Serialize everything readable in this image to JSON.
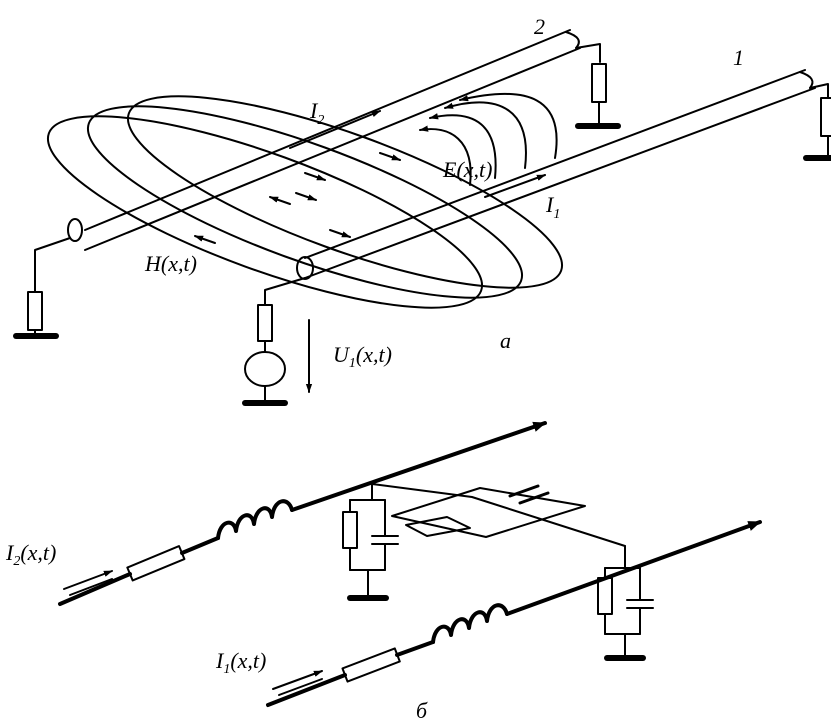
{
  "panel_a": {
    "line_2_label": "2",
    "line_1_label": "1",
    "current_2": "I",
    "current_2_sub": "2",
    "current_1": "I",
    "current_1_sub": "1",
    "electric_field": "E(x,t)",
    "magnetic_field": "H(x,t)",
    "voltage": "U",
    "voltage_sub": "1",
    "voltage_arg": "(x,t)",
    "caption": "а"
  },
  "panel_b": {
    "current_2": "I",
    "current_2_sub": "2",
    "current_2_arg": "(x,t)",
    "current_1": "I",
    "current_1_sub": "1",
    "current_1_arg": "(x,t)",
    "caption": "б"
  }
}
